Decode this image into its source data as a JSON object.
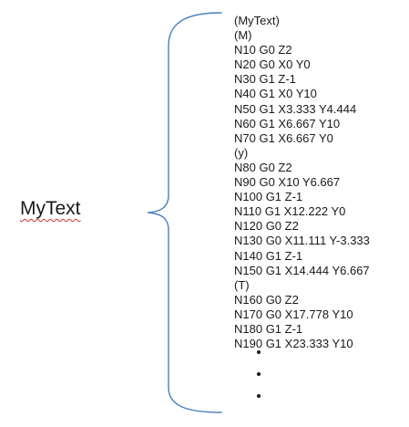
{
  "label": "MyText",
  "code_lines": [
    "(MyText)",
    "(M)",
    "N10 G0 Z2",
    "N20 G0 X0 Y0",
    "N30 G1 Z-1",
    "N40 G1 X0 Y10",
    "N50 G1 X3.333 Y4.444",
    "N60 G1 X6.667 Y10",
    "N70 G1 X6.667 Y0",
    "(y)",
    "N80 G0 Z2",
    "N90 G0 X10 Y6.667",
    "N100 G1 Z-1",
    "N110 G1 X12.222 Y0",
    "N120 G0 Z2",
    "N130 G0 X11.111 Y-3.333",
    "N140 G1 Z-1",
    "N150 G1 X14.444 Y6.667",
    "(T)",
    "N160 G0 Z2",
    "N170 G0 X17.778 Y10",
    "N180 G1 Z-1",
    "N190 G1 X23.333 Y10"
  ],
  "ellipsis_dot_count": 3,
  "colors": {
    "text": "#1a1a1a",
    "brace": "#4a7fc1",
    "spellcheck_underline": "#d32f2f"
  }
}
